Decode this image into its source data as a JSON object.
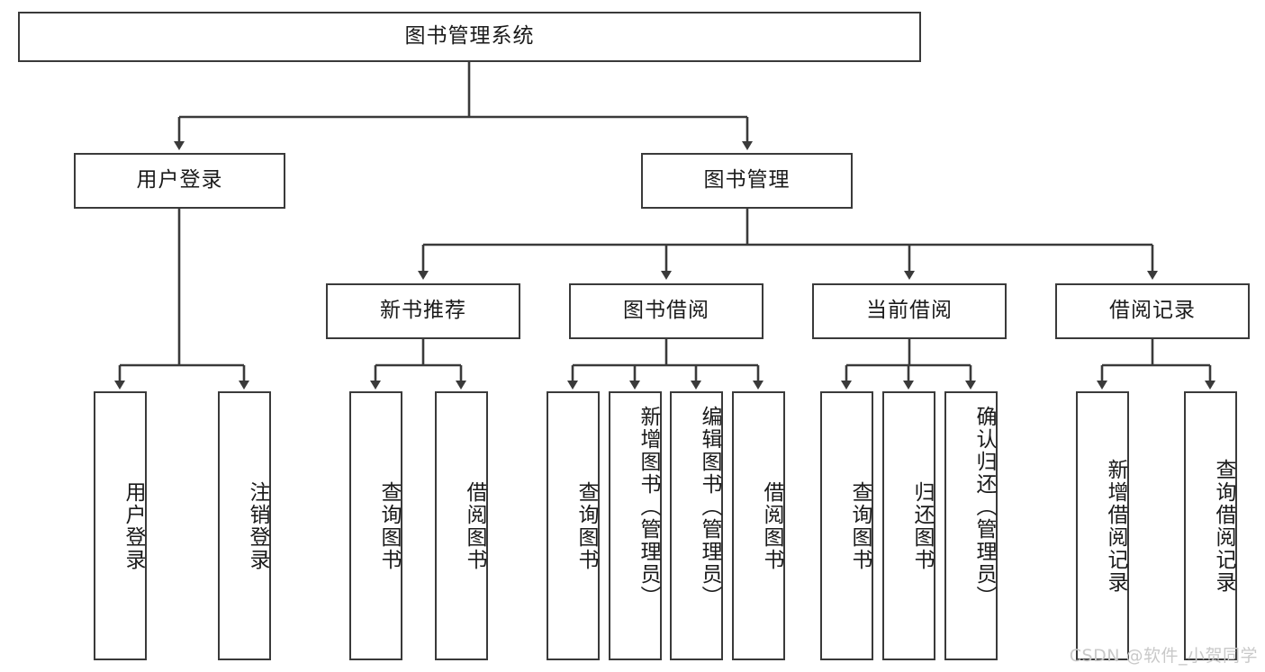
{
  "diagram": {
    "type": "tree-hierarchy-chart",
    "title": "图书管理系统",
    "watermark": "CSDN @软件_小贺同学",
    "colors": {
      "box_border": "#3a3a3a",
      "box_fill": "#ffffff",
      "connector": "#3a3a3a",
      "text": "#1a1a1a",
      "watermark": "#c9c9c9"
    },
    "nodes": {
      "root": {
        "label": "图书管理系统",
        "level": 1,
        "orientation": "horizontal"
      },
      "user_login": {
        "label": "用户登录",
        "level": 2,
        "orientation": "horizontal"
      },
      "book_manage": {
        "label": "图书管理",
        "level": 2,
        "orientation": "horizontal"
      },
      "new_book_rec": {
        "label": "新书推荐",
        "level": 3,
        "orientation": "horizontal"
      },
      "book_borrow": {
        "label": "图书借阅",
        "level": 3,
        "orientation": "horizontal"
      },
      "current_borrow": {
        "label": "当前借阅",
        "level": 3,
        "orientation": "horizontal"
      },
      "borrow_record": {
        "label": "借阅记录",
        "level": 3,
        "orientation": "horizontal"
      },
      "leaf_user_login": {
        "label": "用户登录",
        "level": 4,
        "orientation": "vertical"
      },
      "leaf_logout": {
        "label": "注销登录",
        "level": 4,
        "orientation": "vertical"
      },
      "leaf_query_book_a": {
        "label": "查询图书",
        "level": 4,
        "orientation": "vertical"
      },
      "leaf_borrow_book_a": {
        "label": "借阅图书",
        "level": 4,
        "orientation": "vertical"
      },
      "leaf_query_book_b": {
        "label": "查询图书",
        "level": 4,
        "orientation": "vertical"
      },
      "leaf_add_book": {
        "label": "新增图书（管理员）",
        "level": 4,
        "orientation": "vertical"
      },
      "leaf_edit_book": {
        "label": "编辑图书（管理员）",
        "level": 4,
        "orientation": "vertical"
      },
      "leaf_borrow_book_b": {
        "label": "借阅图书",
        "level": 4,
        "orientation": "vertical"
      },
      "leaf_query_book_c": {
        "label": "查询图书",
        "level": 4,
        "orientation": "vertical"
      },
      "leaf_return_book": {
        "label": "归还图书",
        "level": 4,
        "orientation": "vertical"
      },
      "leaf_confirm_return": {
        "label": "确认归还（管理员）",
        "level": 4,
        "orientation": "vertical"
      },
      "leaf_add_record": {
        "label": "新增借阅记录",
        "level": 4,
        "orientation": "vertical"
      },
      "leaf_query_record": {
        "label": "查询借阅记录",
        "level": 4,
        "orientation": "vertical"
      }
    }
  }
}
